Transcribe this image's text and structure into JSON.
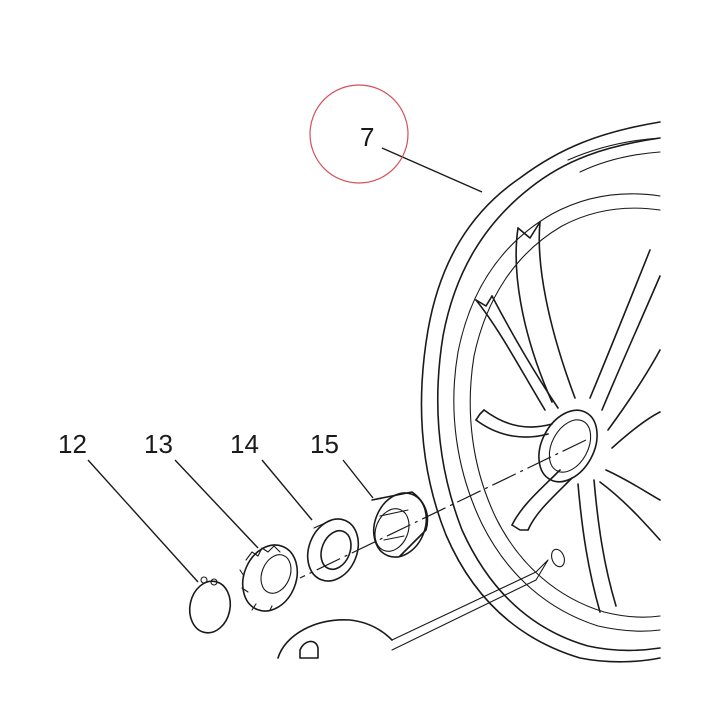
{
  "diagram": {
    "callouts": {
      "c7": "7",
      "c12": "12",
      "c13": "13",
      "c14": "14",
      "c15": "15"
    },
    "highlight_color": "#d4505a",
    "line_color": "#1a1a1a"
  }
}
